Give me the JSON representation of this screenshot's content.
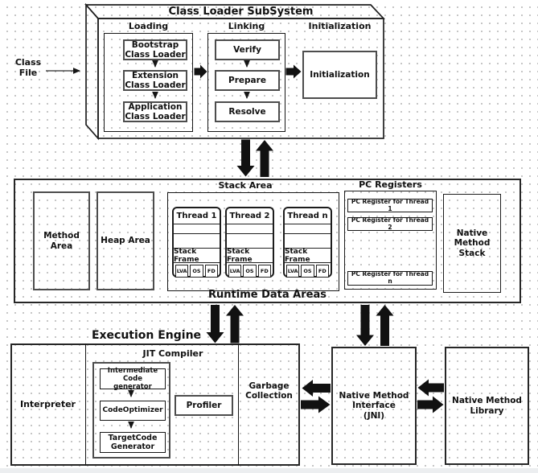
{
  "colors": {
    "ink": "#1a1a1a",
    "gray_border": "#4d4d4d",
    "dot": "#b3b3b3",
    "bottom_bar": "#eceef0"
  },
  "class_file_label": "Class\nFile",
  "cls": {
    "title": "Class Loader SubSystem",
    "loading": {
      "label": "Loading",
      "bootstrap": "Bootstrap\nClass Loader",
      "extension": "Extension\nClass Loader",
      "application": "Application\nClass Loader"
    },
    "linking": {
      "label": "Linking",
      "verify": "Verify",
      "prepare": "Prepare",
      "resolve": "Resolve"
    },
    "initialization": {
      "label": "Initialization",
      "box": "Initialization"
    }
  },
  "rt": {
    "title": "Runtime Data Areas",
    "method_area": "Method\nArea",
    "heap_area": "Heap Area",
    "stack": {
      "label": "Stack Area",
      "threads": [
        {
          "name": "Thread 1",
          "frame": "Stack Frame",
          "cells": [
            "LVA",
            "OS",
            "FD"
          ]
        },
        {
          "name": "Thread 2",
          "frame": "Stack Frame",
          "cells": [
            "LVA",
            "OS",
            "FD"
          ]
        },
        {
          "name": "Thread n",
          "frame": "Stack Frame",
          "cells": [
            "LVA",
            "OS",
            "FD"
          ]
        }
      ]
    },
    "pc": {
      "label": "PC Registers",
      "items": [
        "PC Register for Thread 1",
        "PC Register for Thread 2",
        "PC Register for Thread n"
      ]
    },
    "nms": "Native\nMethod\nStack"
  },
  "ee": {
    "title": "Execution Engine",
    "interpreter": "Interpreter",
    "jit": {
      "label": "JIT Compiler",
      "intermediate": "Intermediate Code\ngenerator",
      "optimizer": "CodeOptimizer",
      "target": "TargetCode\nGenerator",
      "profiler": "Profiler"
    },
    "gc": "Garbage\nCollection"
  },
  "jni": "Native Method\nInterface\n(JNI)",
  "library": "Native Method\nLibrary"
}
